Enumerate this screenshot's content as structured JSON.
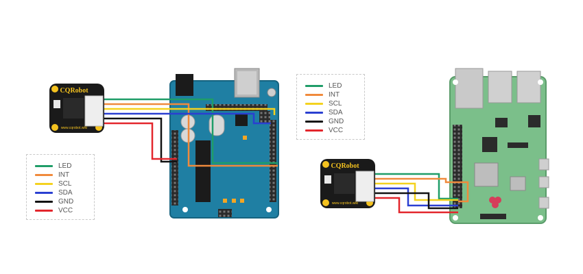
{
  "sensor_module": {
    "brand": "CQRobot",
    "url": "www.cqrobot.wiki"
  },
  "legend_left": {
    "items": [
      {
        "label": "LED",
        "color": "#1f9d68"
      },
      {
        "label": "INT",
        "color": "#f08a3c"
      },
      {
        "label": "SCL",
        "color": "#f4d21f"
      },
      {
        "label": "SDA",
        "color": "#2a3fd1"
      },
      {
        "label": "GND",
        "color": "#111111"
      },
      {
        "label": "VCC",
        "color": "#e3262c"
      }
    ]
  },
  "legend_right": {
    "items": [
      {
        "label": "LED",
        "color": "#1f9d68"
      },
      {
        "label": "INT",
        "color": "#f08a3c"
      },
      {
        "label": "SCL",
        "color": "#f4d21f"
      },
      {
        "label": "SDA",
        "color": "#2a3fd1"
      },
      {
        "label": "GND",
        "color": "#111111"
      },
      {
        "label": "VCC",
        "color": "#e3262c"
      }
    ]
  },
  "colors": {
    "arduino_board": "#1f7fa3",
    "raspberry_board": "#7bbf8a",
    "sensor_board": "#1a1a1a"
  }
}
